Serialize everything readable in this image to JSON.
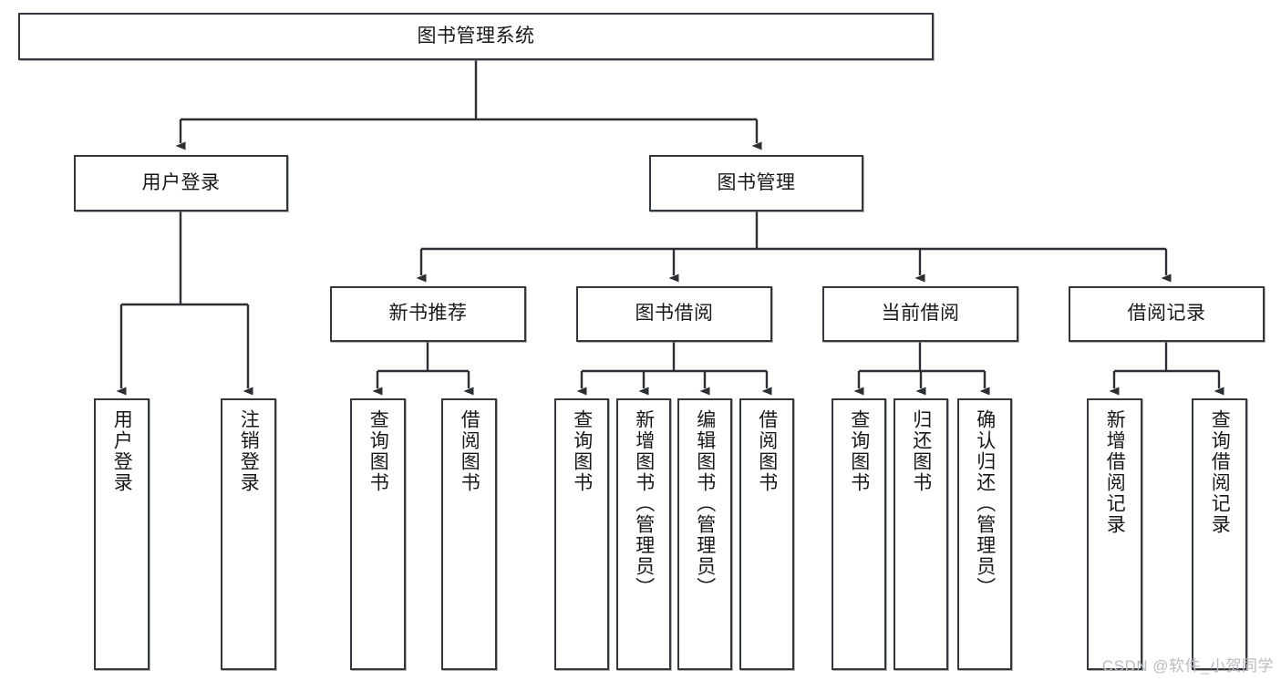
{
  "diagram": {
    "type": "tree",
    "title": "图书管理系统",
    "root": {
      "label": "图书管理系统"
    },
    "level1": [
      {
        "label": "用户登录"
      },
      {
        "label": "图书管理"
      }
    ],
    "level2": [
      {
        "label": "新书推荐"
      },
      {
        "label": "图书借阅"
      },
      {
        "label": "当前借阅"
      },
      {
        "label": "借阅记录"
      }
    ],
    "leaves": {
      "user_login": [
        {
          "label": "用户登录"
        },
        {
          "label": "注销登录"
        }
      ],
      "new_book_recommend": [
        {
          "label": "查询图书"
        },
        {
          "label": "借阅图书"
        }
      ],
      "book_borrow": [
        {
          "label": "查询图书"
        },
        {
          "label": "新增图书（管理员）"
        },
        {
          "label": "编辑图书（管理员）"
        },
        {
          "label": "借阅图书"
        }
      ],
      "current_borrow": [
        {
          "label": "查询图书"
        },
        {
          "label": "归还图书"
        },
        {
          "label": "确认归还（管理员）"
        }
      ],
      "borrow_record": [
        {
          "label": "新增借阅记录"
        },
        {
          "label": "查询借阅记录"
        }
      ]
    }
  },
  "watermark": {
    "text": "CSDN @软件_小贺同学"
  },
  "colors": {
    "box_border": "#33383d",
    "connector": "#2b2f33",
    "background": "#ffffff",
    "text": "#16181a",
    "watermark": "#b9bcc0"
  }
}
